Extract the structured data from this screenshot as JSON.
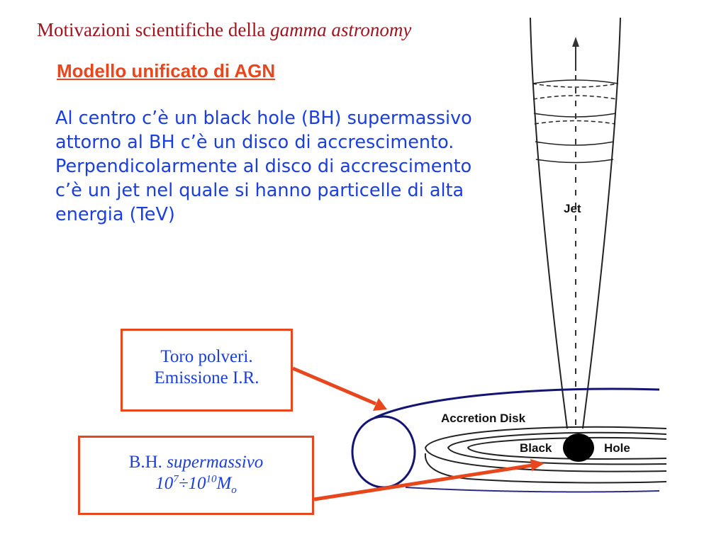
{
  "header": {
    "text_plain": "Motivazioni scientifiche della ",
    "text_italic": "gamma astronomy"
  },
  "subtitle": "Modello unificato di AGN",
  "body_text": "Al centro c’è un black hole (BH) supermassivo attorno al BH c’è un disco di accrescimento. Perpendicolarmente al disco di accrescimento c’è un jet nel quale si hanno particelle di alta energia (TeV)",
  "callouts": {
    "torus": {
      "line1": "Toro polveri.",
      "line2": "Emissione I.R."
    },
    "bh": {
      "prefix": "B.H. ",
      "italic": "supermassivo",
      "mass_base1": "10",
      "mass_exp1": "7",
      "mass_sep": "÷",
      "mass_base2": "10",
      "mass_exp2": "10",
      "mass_symbol": "M",
      "mass_sub": "o"
    }
  },
  "diagram": {
    "jet_label": "Jet",
    "disk_label": "Accretion Disk",
    "black_label": "Black",
    "hole_label": "Hole"
  },
  "colors": {
    "header": "#a0141e",
    "subtitle": "#e8461c",
    "text": "#1a3ee0",
    "arrow": "#e8461c",
    "torus": "#141473"
  }
}
